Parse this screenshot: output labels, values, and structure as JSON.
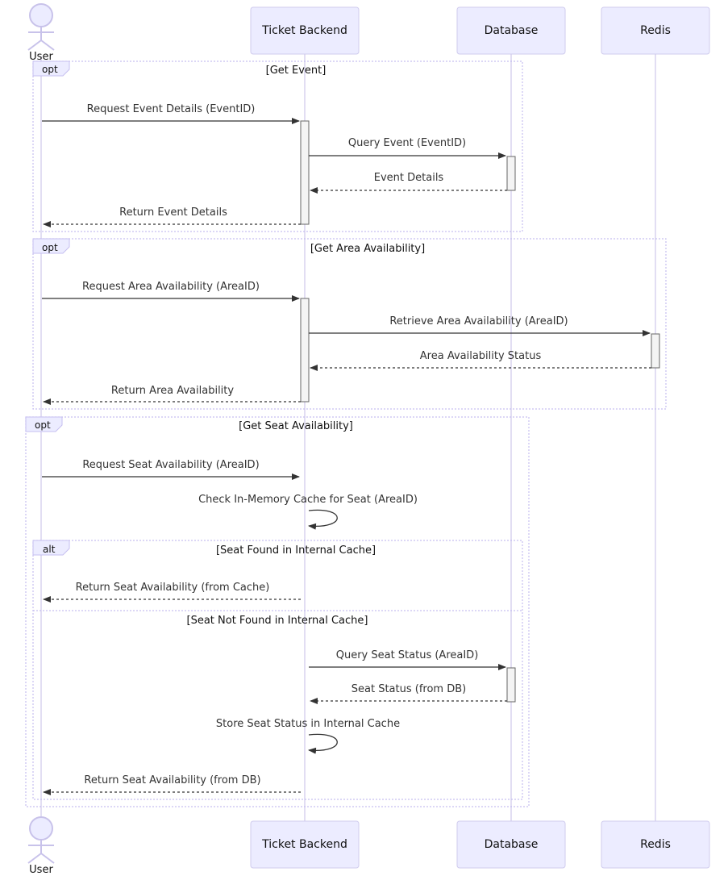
{
  "participants": [
    {
      "id": "user",
      "label": "User",
      "kind": "actor"
    },
    {
      "id": "backend",
      "label": "Ticket Backend",
      "kind": "box"
    },
    {
      "id": "db",
      "label": "Database",
      "kind": "box"
    },
    {
      "id": "redis",
      "label": "Redis",
      "kind": "box"
    }
  ],
  "frames": [
    {
      "kind": "opt",
      "condition": "[Get Event]"
    },
    {
      "kind": "opt",
      "condition": "[Get Area Availability]"
    },
    {
      "kind": "opt",
      "condition": "[Get Seat Availability]"
    },
    {
      "kind": "alt",
      "condition": "[Seat Found in Internal Cache]",
      "else_condition": "[Seat Not Found in Internal Cache]"
    }
  ],
  "messages": [
    {
      "from": "user",
      "to": "backend",
      "text": "Request Event Details (EventID)",
      "style": "solid"
    },
    {
      "from": "backend",
      "to": "db",
      "text": "Query Event (EventID)",
      "style": "solid"
    },
    {
      "from": "db",
      "to": "backend",
      "text": "Event Details",
      "style": "dashed"
    },
    {
      "from": "backend",
      "to": "user",
      "text": "Return Event Details",
      "style": "dashed"
    },
    {
      "from": "user",
      "to": "backend",
      "text": "Request Area Availability (AreaID)",
      "style": "solid"
    },
    {
      "from": "backend",
      "to": "redis",
      "text": "Retrieve Area Availability (AreaID)",
      "style": "solid"
    },
    {
      "from": "redis",
      "to": "backend",
      "text": "Area Availability Status",
      "style": "dashed"
    },
    {
      "from": "backend",
      "to": "user",
      "text": "Return Area Availability",
      "style": "dashed"
    },
    {
      "from": "user",
      "to": "backend",
      "text": "Request Seat Availability (AreaID)",
      "style": "solid"
    },
    {
      "from": "backend",
      "to": "backend",
      "text": "Check In-Memory Cache for Seat (AreaID)",
      "style": "self"
    },
    {
      "from": "backend",
      "to": "user",
      "text": "Return Seat Availability (from Cache)",
      "style": "dashed"
    },
    {
      "from": "backend",
      "to": "db",
      "text": "Query Seat Status (AreaID)",
      "style": "solid"
    },
    {
      "from": "db",
      "to": "backend",
      "text": "Seat Status (from DB)",
      "style": "dashed"
    },
    {
      "from": "backend",
      "to": "backend",
      "text": "Store Seat Status in Internal Cache",
      "style": "self"
    },
    {
      "from": "backend",
      "to": "user",
      "text": "Return Seat Availability (from DB)",
      "style": "dashed"
    }
  ]
}
